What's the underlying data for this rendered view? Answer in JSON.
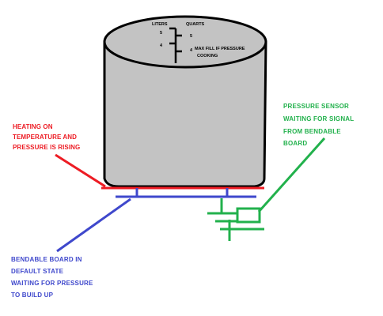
{
  "colors": {
    "pot_fill": "#c3c3c3",
    "outline": "#000000",
    "heat": "#ed1c24",
    "sensor": "#22b14c",
    "board": "#3f48cc",
    "background": "#ffffff"
  },
  "pot": {
    "markings": {
      "liters_header": "LITERS",
      "quarts_header": "QUARTS",
      "liter_5": "5",
      "liter_4": "4",
      "quart_5": "5",
      "quart_4": "4",
      "max_fill_line1": "MAX FILL IF PRESSURE",
      "max_fill_line2": "COOKING"
    }
  },
  "labels": {
    "heating": {
      "line1": "HEATING ON",
      "line2": "TEMPERATURE AND",
      "line3": "PRESSURE IS RISING"
    },
    "sensor": {
      "line1": "PRESSURE SENSOR",
      "line2": "WAITING FOR SIGNAL",
      "line3": "FROM BENDABLE",
      "line4": "BOARD"
    },
    "board": {
      "line1": "BENDABLE BOARD IN",
      "line2": "DEFAULT STATE",
      "line3": "WAITING FOR PRESSURE",
      "line4": "TO BUILD UP"
    }
  }
}
